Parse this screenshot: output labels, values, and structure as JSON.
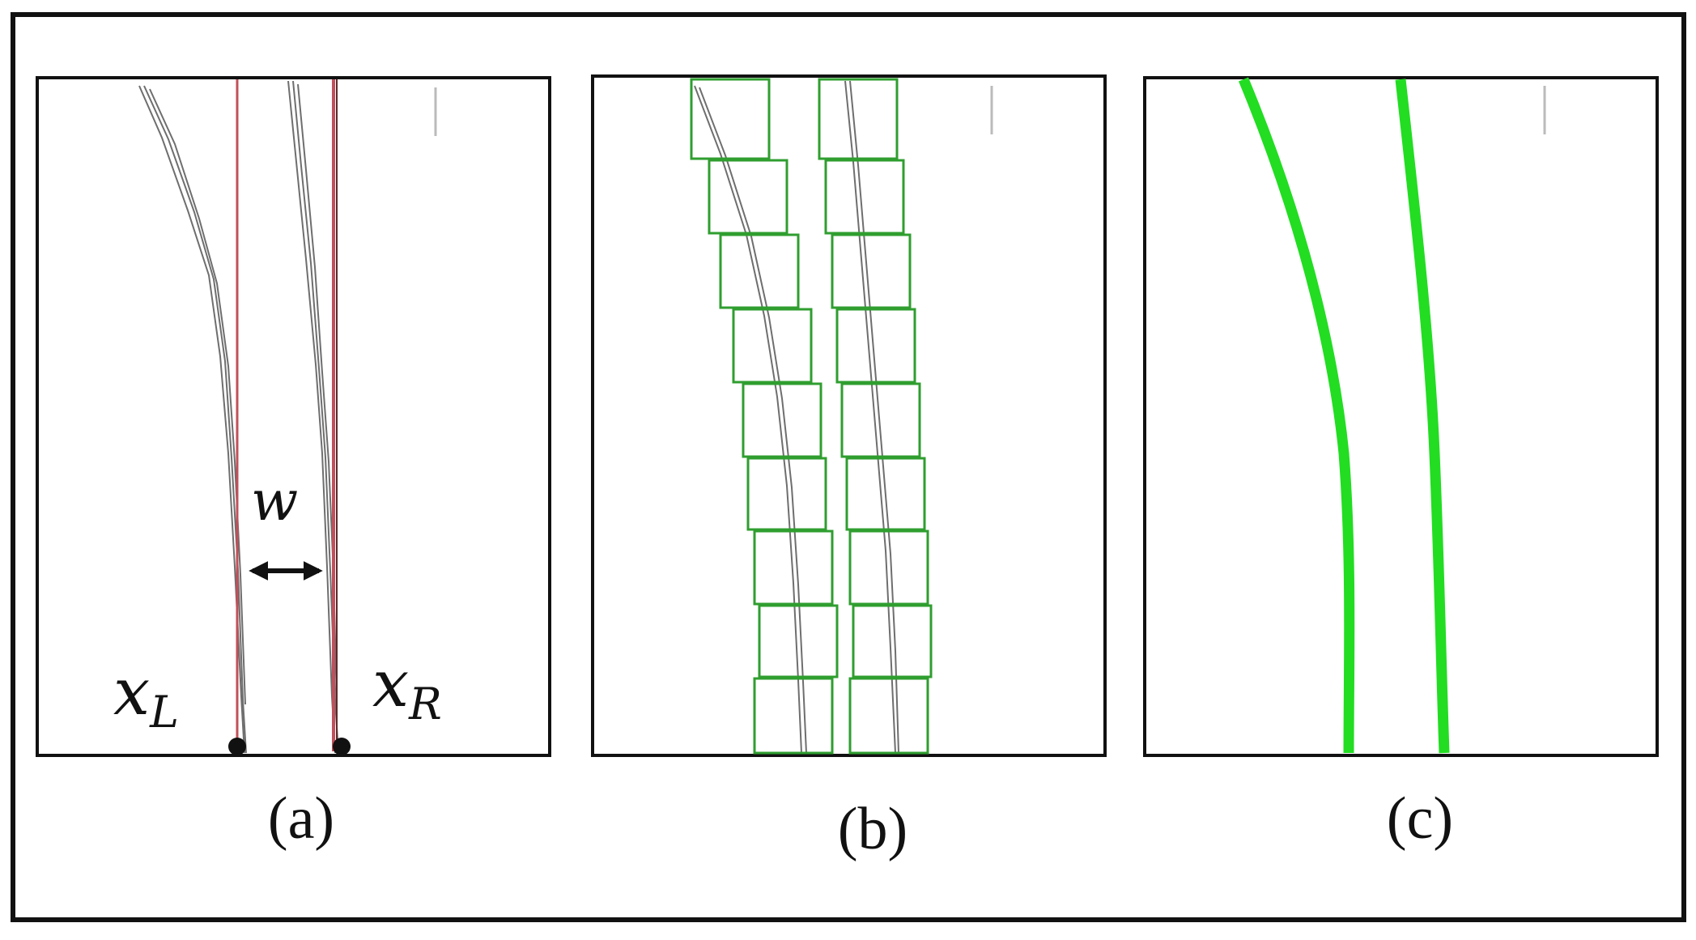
{
  "panels": [
    {
      "caption": "(a)",
      "labels": {
        "width": "w",
        "left_sym": "x",
        "left_sub": "L",
        "right_sym": "x",
        "right_sub": "R"
      }
    },
    {
      "caption": "(b)"
    },
    {
      "caption": "(c)"
    }
  ],
  "colors": {
    "frame": "#111111",
    "lane_pixels": "#555555",
    "bounds_line": "#c0505a",
    "window_box": "#2f9e2f",
    "fitted_curve": "#22dd22",
    "marker": "#111111"
  }
}
